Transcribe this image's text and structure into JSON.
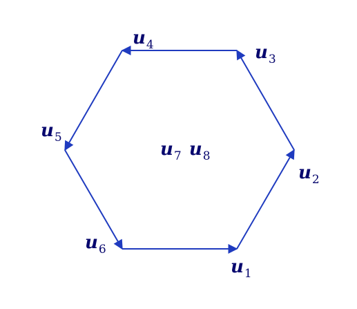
{
  "diagram": {
    "line_color": "#1f3bbf",
    "text_color": "#08086e",
    "vectors": [
      {
        "id": "u1",
        "base": "u",
        "sub": "1"
      },
      {
        "id": "u2",
        "base": "u",
        "sub": "2"
      },
      {
        "id": "u3",
        "base": "u",
        "sub": "3"
      },
      {
        "id": "u4",
        "base": "u",
        "sub": "4"
      },
      {
        "id": "u5",
        "base": "u",
        "sub": "5"
      },
      {
        "id": "u6",
        "base": "u",
        "sub": "6"
      }
    ],
    "center": [
      {
        "base": "u",
        "sub": "7"
      },
      {
        "base": "u",
        "sub": "8"
      }
    ],
    "edges": [
      {
        "from": "u6",
        "to": "u1",
        "arrow": "end"
      },
      {
        "from": "u1",
        "to": "u2",
        "arrow": "end"
      },
      {
        "from": "u2",
        "to": "u3",
        "arrow": "end"
      },
      {
        "from": "u3",
        "to": "u4",
        "arrow": "end"
      },
      {
        "from": "u4",
        "to": "u5",
        "arrow": "end"
      },
      {
        "from": "u5",
        "to": "u6",
        "arrow": "end"
      }
    ]
  }
}
